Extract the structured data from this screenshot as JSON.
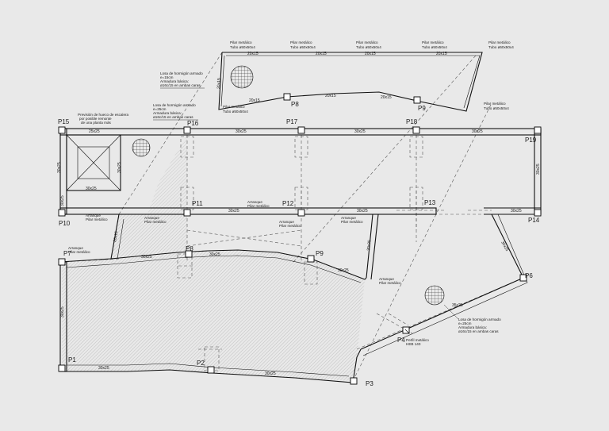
{
  "colors": {
    "background": "#e9e9e9",
    "ink": "#111111",
    "hatch": "#9a9a9a",
    "dashed": "#555555"
  },
  "pillars": {
    "p1": "P1",
    "p2": "P2",
    "p3": "P3",
    "p4": "P4",
    "p6": "P6",
    "p7": "P7",
    "p8": "P8",
    "p9": "P9",
    "p10": "P10",
    "p11": "P11",
    "p12": "P12",
    "p13": "P13",
    "p14": "P14",
    "p15": "P15",
    "p16": "P16",
    "p17": "P17",
    "p18": "P18",
    "p19": "P19",
    "p8_upper": "P8",
    "p9_upper": "P9"
  },
  "dimensions": {
    "d30x25": "30x25",
    "d25x25": "25x25",
    "d20x15": "20x15",
    "d30x35": "30x35",
    "d35x25": "35x25"
  },
  "annotations": {
    "pilar_metalico": "Pilar metálico",
    "tubo": "Tubo ø50x50x4",
    "arranque": "Arranque",
    "losa_title": "Losa de hormigón armado",
    "losa_e15": "e=15cm",
    "losa_e25": "e=25cm",
    "armadura": "Armadura básica:",
    "armadura_bars": "ø16c/15 en ambas caras",
    "prevision_1": "Previsión de hueco de escalera",
    "prevision_2": "por posible remonte",
    "prevision_3": "de una planta más",
    "perfil": "Perfil metálico",
    "heb": "HEB 140"
  }
}
